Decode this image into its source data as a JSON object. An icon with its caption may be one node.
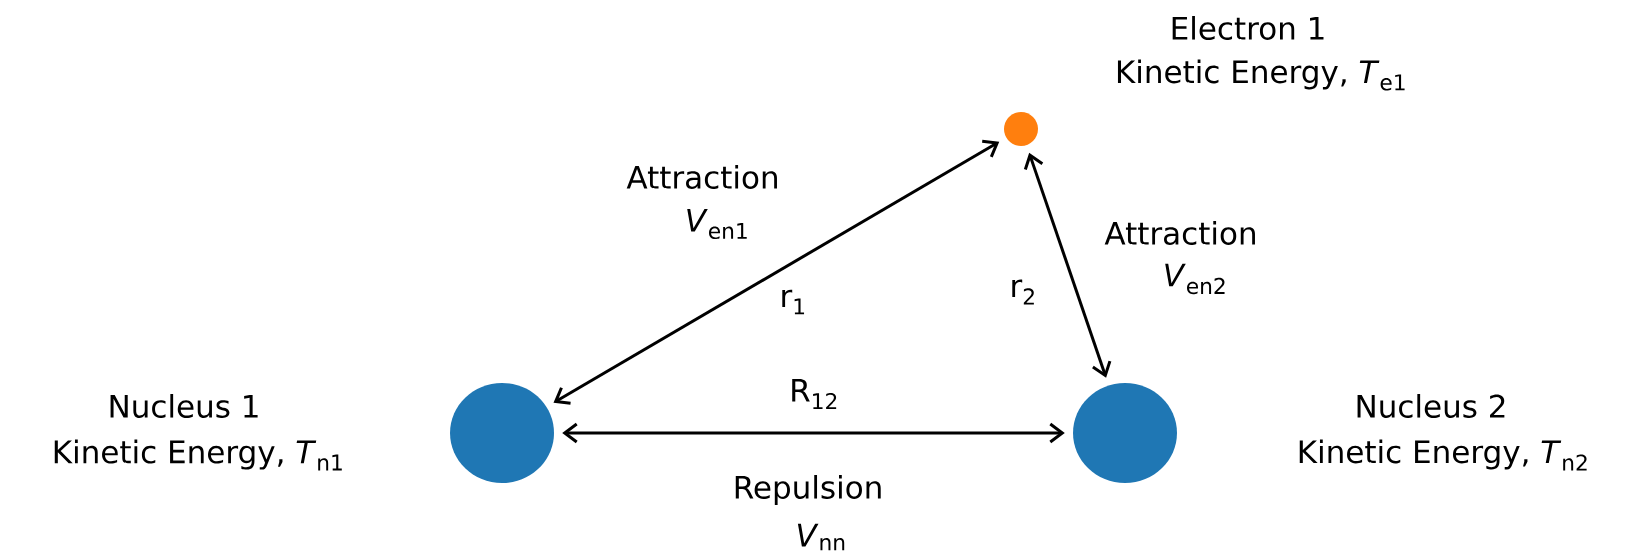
{
  "diagram": {
    "nodes": [
      {
        "text": [],
        "shape": "circle",
        "beside": [
          "Electron 1",
          "Kinetic Energy, *T*$_{e1}$"
        ]
      },
      {
        "text": [],
        "shape": "circle",
        "beside": [
          "Nucleus 1",
          "Kinetic Energy, *T*$_{n1}$"
        ]
      },
      {
        "text": [],
        "shape": "circle",
        "beside": [
          "Nucleus 2",
          "Kinetic Energy, *T*$_{n2}$"
        ]
      }
    ],
    "edges": [
      {
        "from": 1,
        "to": 0,
        "arrow": "both",
        "label": "r$_{1}$"
      },
      {
        "from": 0,
        "to": 2,
        "arrow": "both",
        "label": "r$_{2}$"
      },
      {
        "from": 1,
        "to": 2,
        "arrow": "both",
        "label": "R$_{12}$"
      }
    ],
    "labels": [
      "Attraction",
      "*V*$_{en1}$",
      "Attraction",
      "*V*$_{en2}$",
      "Repulsion",
      "*V*$_{nn}$"
    ]
  }
}
